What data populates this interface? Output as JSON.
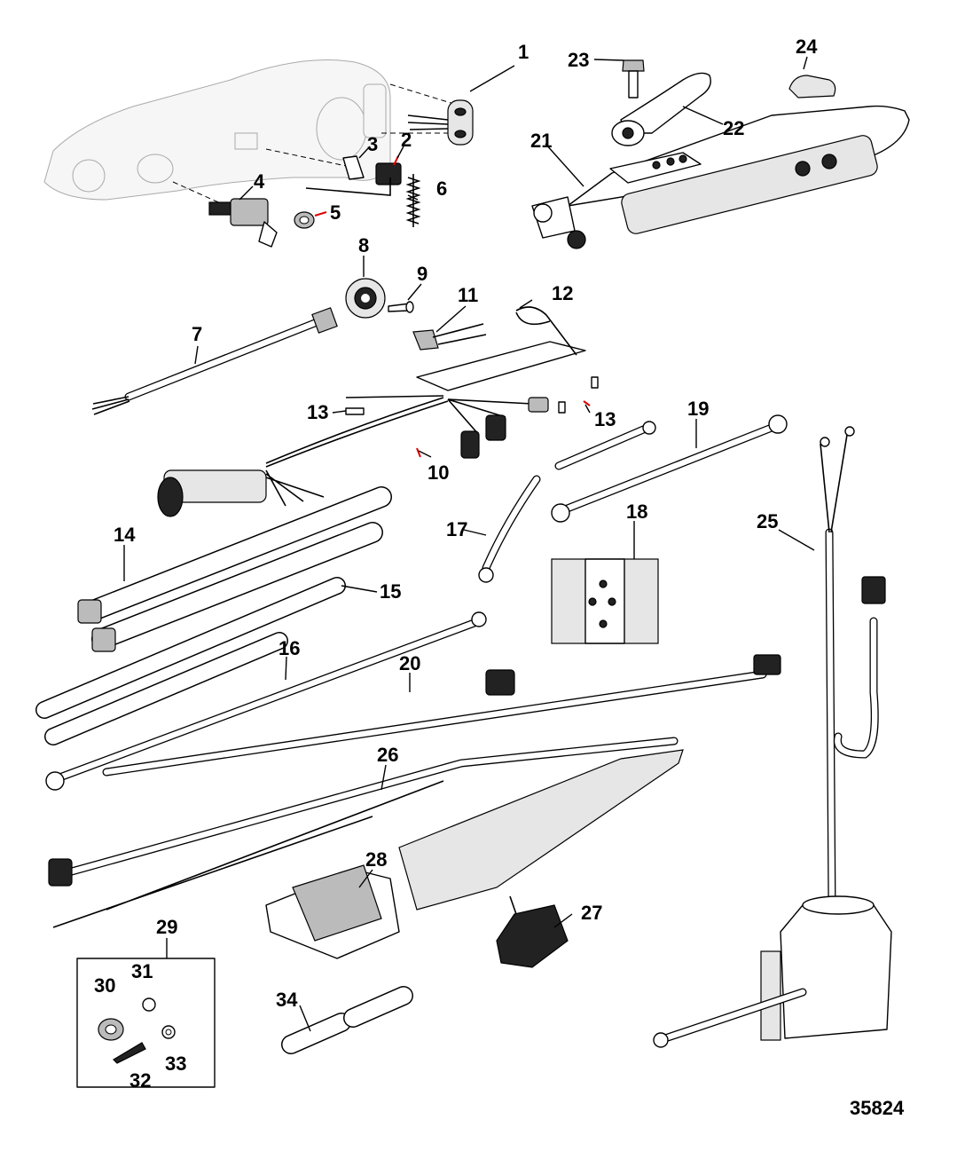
{
  "diagram": {
    "reference_number": "35824",
    "callouts": [
      "1",
      "2",
      "3",
      "4",
      "5",
      "6",
      "7",
      "8",
      "9",
      "10",
      "11",
      "12",
      "13",
      "13",
      "14",
      "15",
      "16",
      "17",
      "18",
      "19",
      "20",
      "21",
      "22",
      "23",
      "24",
      "25",
      "26",
      "27",
      "28",
      "29",
      "30",
      "31",
      "32",
      "33",
      "34"
    ]
  }
}
